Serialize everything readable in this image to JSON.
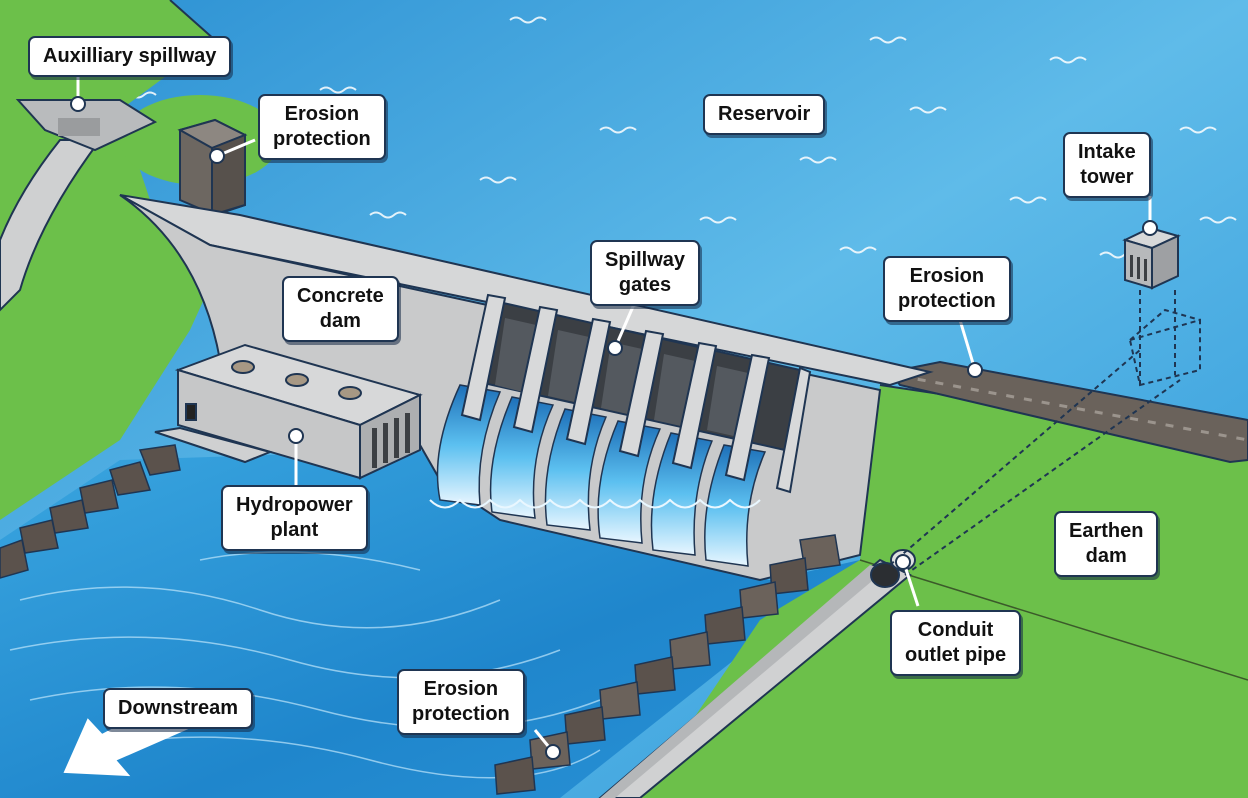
{
  "colors": {
    "water": "#2e9bd9",
    "water_light": "#6ec6ee",
    "grass": "#6cc04a",
    "concrete": "#c9cacb",
    "concrete_dark": "#8f9193",
    "outline": "#1f3552",
    "rock": "#5b524c",
    "label_bg": "#ffffff"
  },
  "labels": {
    "auxiliary_spillway": [
      "Auxilliary spillway"
    ],
    "erosion_top": [
      "Erosion",
      "protection"
    ],
    "reservoir": [
      "Reservoir"
    ],
    "intake_tower": [
      "Intake",
      "tower"
    ],
    "spillway_gates": [
      "Spillway",
      "gates"
    ],
    "concrete_dam": [
      "Concrete",
      "dam"
    ],
    "erosion_right": [
      "Erosion",
      "protection"
    ],
    "hydropower_plant": [
      "Hydropower",
      "plant"
    ],
    "earthen_dam": [
      "Earthen",
      "dam"
    ],
    "conduit_outlet_pipe": [
      "Conduit",
      "outlet pipe"
    ],
    "erosion_bottom": [
      "Erosion",
      "protection"
    ],
    "downstream": [
      "Downstream"
    ]
  }
}
